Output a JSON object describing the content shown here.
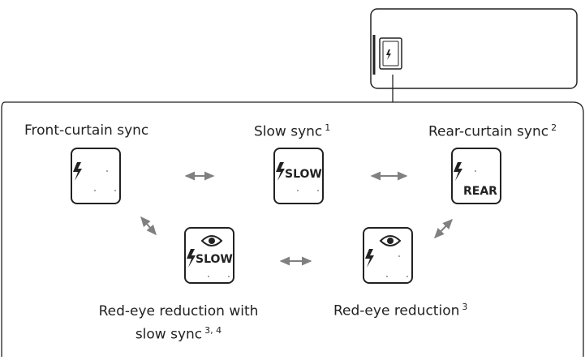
{
  "modes": {
    "front": {
      "label": "Front-curtain sync",
      "note": "",
      "icon": "flash-front-curtain-icon"
    },
    "slow": {
      "label": "Slow sync",
      "note": "1",
      "icon": "flash-slow-sync-icon",
      "icon_text": "SLOW"
    },
    "rear": {
      "label": "Rear-curtain sync",
      "note": "2",
      "icon": "flash-rear-curtain-icon",
      "icon_text": "REAR"
    },
    "redeye_slow": {
      "label_line1": "Red-eye reduction with",
      "label_line2": "slow sync",
      "note": "3, 4",
      "icon": "flash-redeye-slow-icon",
      "icon_text": "SLOW"
    },
    "redeye": {
      "label": "Red-eye reduction",
      "note": "3",
      "icon": "flash-redeye-icon"
    }
  },
  "colors": {
    "outline": "#222222",
    "arrow": "#808080"
  }
}
